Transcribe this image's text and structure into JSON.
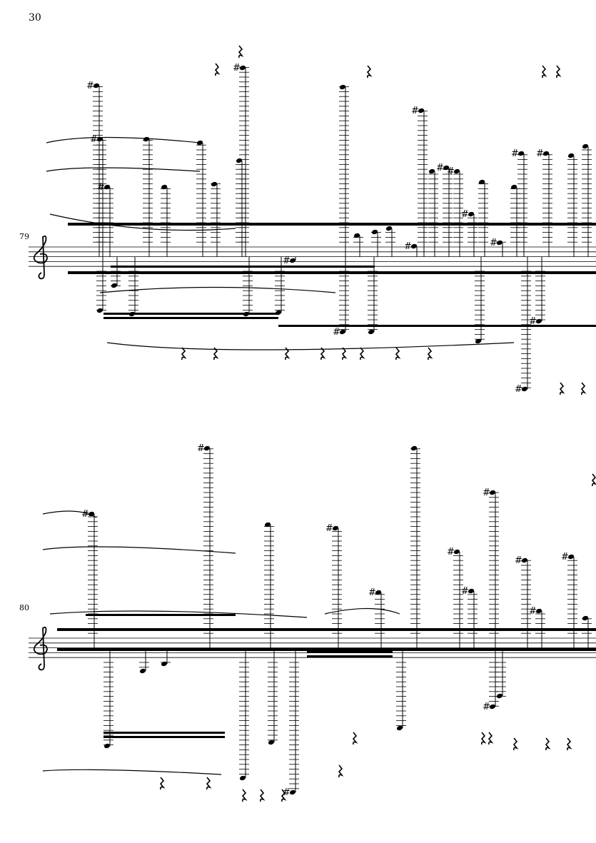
{
  "page": {
    "number": "30"
  },
  "systems": [
    {
      "measure_number": "79",
      "clef": "treble"
    },
    {
      "measure_number": "80",
      "clef": "treble"
    }
  ],
  "colors": {
    "ink": "#000000",
    "paper": "#ffffff"
  }
}
